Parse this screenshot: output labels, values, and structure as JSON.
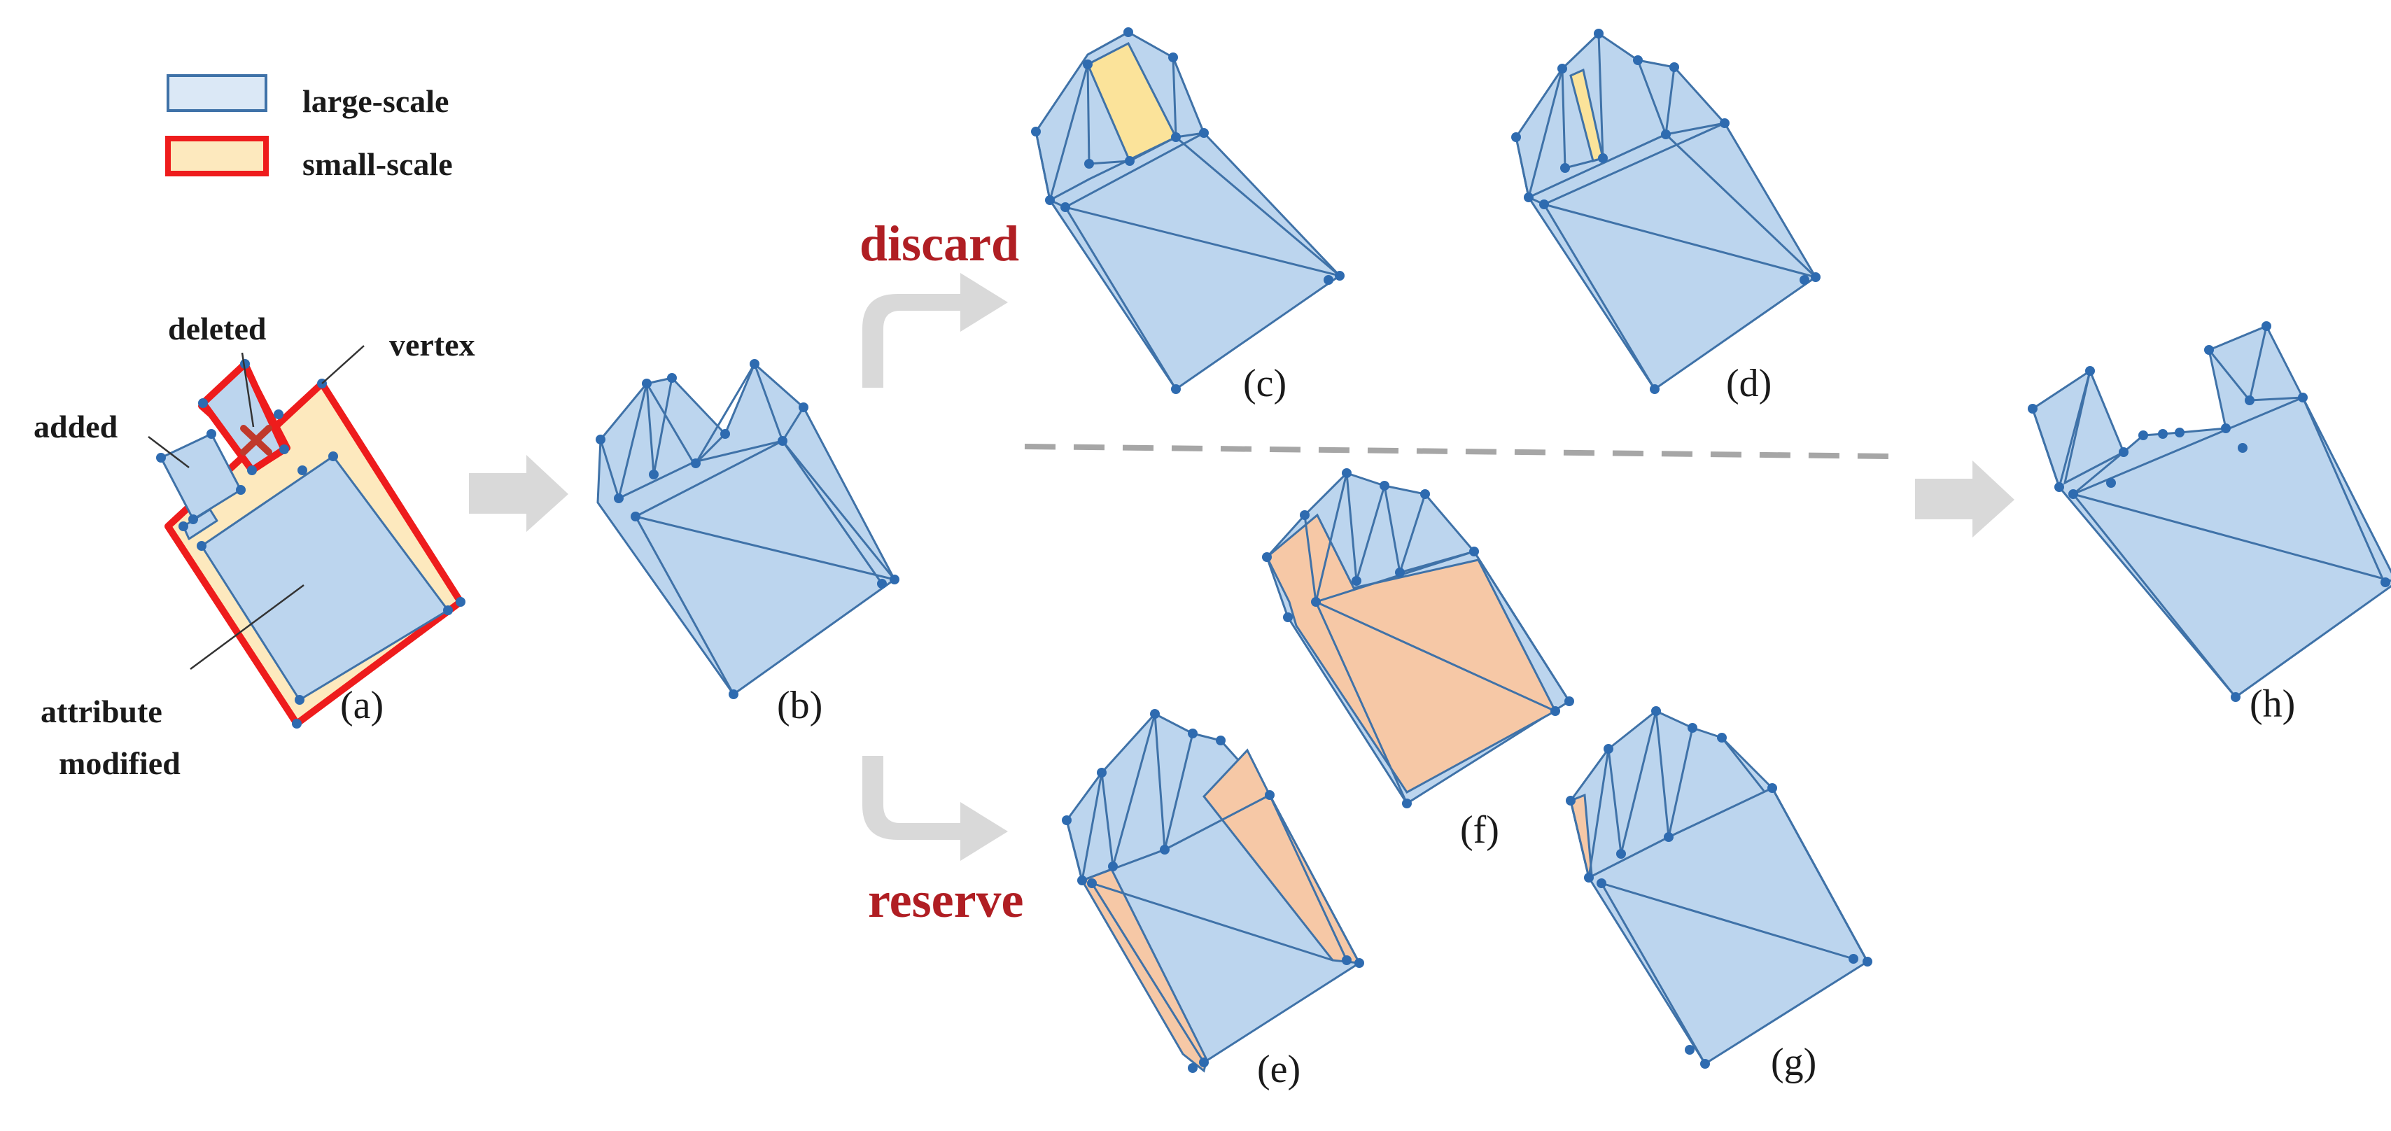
{
  "legend": {
    "items": [
      {
        "label": "large-scale"
      },
      {
        "label": "small-scale"
      }
    ]
  },
  "annotations": {
    "deleted": "deleted",
    "vertex": "vertex",
    "added": "added",
    "attribute_modified_line1": "attribute",
    "attribute_modified_line2": "modified"
  },
  "branches": {
    "discard": "discard",
    "reserve": "reserve"
  },
  "panels": {
    "a": "(a)",
    "b": "(b)",
    "c": "(c)",
    "d": "(d)",
    "e": "(e)",
    "f": "(f)",
    "g": "(g)",
    "h": "(h)"
  },
  "colors": {
    "large_scale_fill": "#bcd5ee",
    "large_scale_stroke": "#3f72a8",
    "small_scale_fill": "#fde9be",
    "small_scale_stroke": "#ee1c1c",
    "reserve_fill": "#f6c8a6",
    "discard_highlight": "#fbe39a",
    "branch_text": "#b01e23",
    "arrow": "#d9d9d9",
    "divider": "#a6a6a6"
  },
  "icons": {
    "deleted_marker": "cross-icon",
    "flow_arrow": "right-arrow-icon",
    "branch_arrow": "curved-arrow-icon"
  }
}
